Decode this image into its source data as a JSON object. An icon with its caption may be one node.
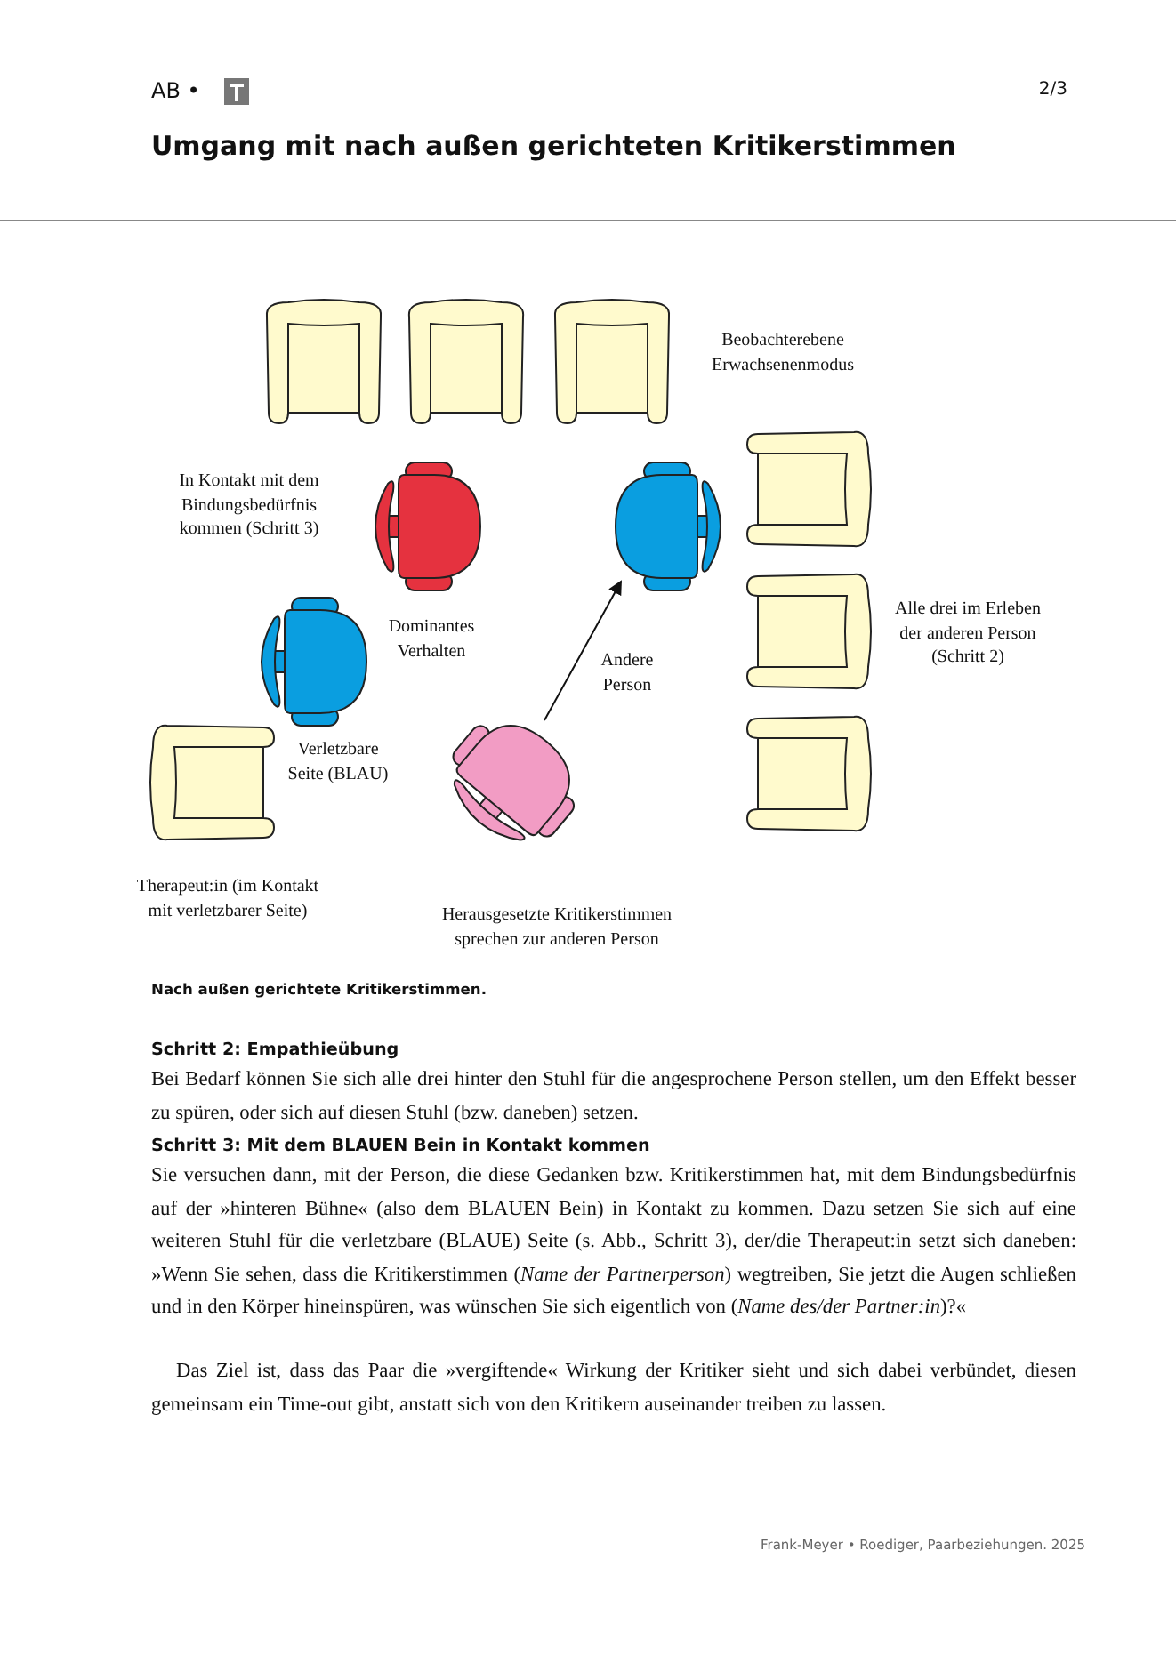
{
  "diagram": {
    "title": "Umgang mit nach außen gerichteten Kritikerstimmen",
    "caption": "Nach außen gerichtete Kritikerstimmen.",
    "nodes": [
      {
        "text": [],
        "shape": "chair"
      },
      {
        "text": [],
        "shape": "chair"
      }
    ],
    "edges": [
      {
        "from": 0,
        "to": 1,
        "arrow": "to"
      }
    ],
    "labels": [
      "AB •",
      "2/3",
      "Beobachterebene Erwachsenenmodus",
      "In Kontakt mit dem Bindungsbedürfnis kommen (Schritt 3)",
      "Dominantes Verhalten",
      "Andere Person",
      "Alle drei im Erleben der anderen Person (Schritt 2)",
      "Verletzbare Seite (BLAU)",
      "Therapeut:in (im Kontakt mit verletzbarer Seite)",
      "Herausgesetzte Kritikerstimmen sprechen zur anderen Person",
      "Schritt 2: Empathieübung",
      "Bei Bedarf können Sie sich alle drei hinter den Stuhl für die angesprochene Person stellen, um den Effekt besser zu spüren, oder sich auf diesen Stuhl (bzw. daneben) setzen.",
      "Schritt 3: Mit dem BLAUEN Bein in Kontakt kommen",
      "Sie versuchen dann, mit der Person, die diese Gedanken bzw. Kritikerstimmen hat, mit dem Bindungsbedürfnis auf der »hinteren Bühne« (also dem BLAUEN Bein) in Kontakt zu kommen. Dazu setzen Sie sich auf eine weiteren Stuhl für die verletzbare (BLAUE) Seite (s. Abb., Schritt 3), der/die Therapeut:in setzt sich daneben: »Wenn Sie sehen, dass die Kritikerstimmen (*Name der Partnerperson*) wegtreiben, Sie jetzt die Augen schließen und in den Körper hineinspüren, was wünschen Sie sich eigentlich von (*Name des/der Partner:in*)?«",
      "Das Ziel ist, dass das Paar die »vergiftende« Wirkung der Kritiker sieht und sich dabei verbündet, diesen gemeinsam ein Time-out gibt, anstatt sich von den Kritikern auseinander treiben zu lassen.",
      "Frank-Meyer • Roediger, Paarbeziehungen. 2025"
    ]
  }
}
